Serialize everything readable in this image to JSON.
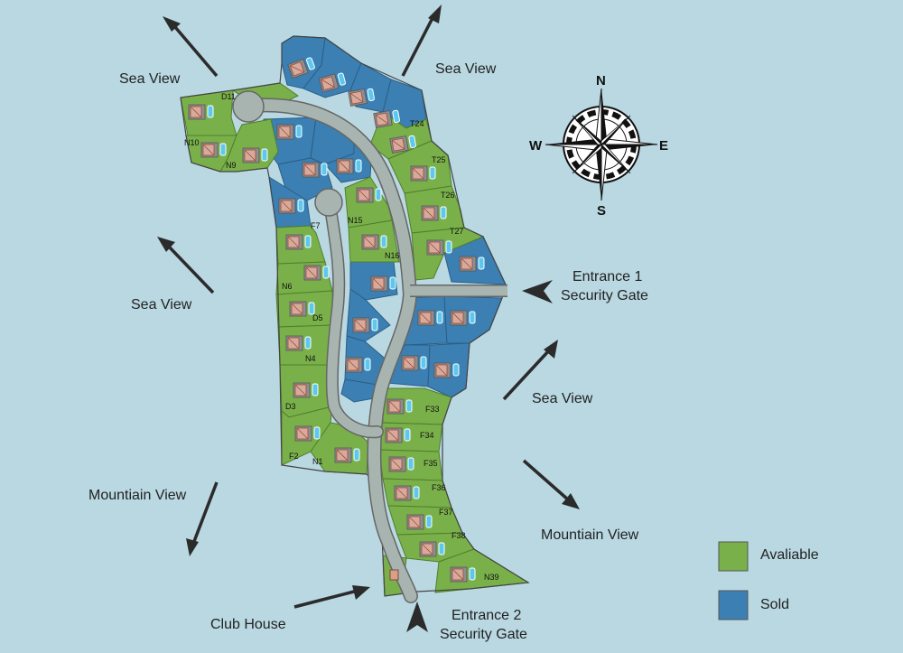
{
  "colors": {
    "background": "#b9d8e2",
    "available": "#7ab04a",
    "sold": "#3b7fb3",
    "road": "#a8b4b0",
    "pool": "#5cc8ee",
    "house": "#d7ab9c"
  },
  "compass": {
    "north": "N",
    "south": "S",
    "east": "E",
    "west": "W"
  },
  "views": {
    "sea_top_left": "Sea View",
    "sea_top_right": "Sea View",
    "sea_mid_left": "Sea View",
    "sea_mid_right": "Sea View",
    "mountain_left": "Mountiain View",
    "mountain_right": "Mountiain View"
  },
  "entrance1": {
    "line1": "Entrance 1",
    "line2": "Security Gate"
  },
  "entrance2": {
    "line1": "Entrance 2",
    "line2": "Security Gate"
  },
  "club_house": "Club House",
  "legend": {
    "available_label": "Avaliable",
    "sold_label": "Sold",
    "available_icon": "green-square",
    "sold_icon": "blue-square"
  },
  "plots": {
    "D11": "D11",
    "N10": "N10",
    "N9": "N9",
    "F7": "F7",
    "N15": "N15",
    "N16": "N16",
    "N6": "N6",
    "D5": "D5",
    "N4": "N4",
    "D3": "D3",
    "F2": "F2",
    "N1": "N1",
    "T24": "T24",
    "T25": "T25",
    "T26": "T26",
    "T27": "T27",
    "F33": "F33",
    "F34": "F34",
    "F35": "F35",
    "F36": "F36",
    "F37": "F37",
    "F38": "F38",
    "N39": "N39"
  }
}
